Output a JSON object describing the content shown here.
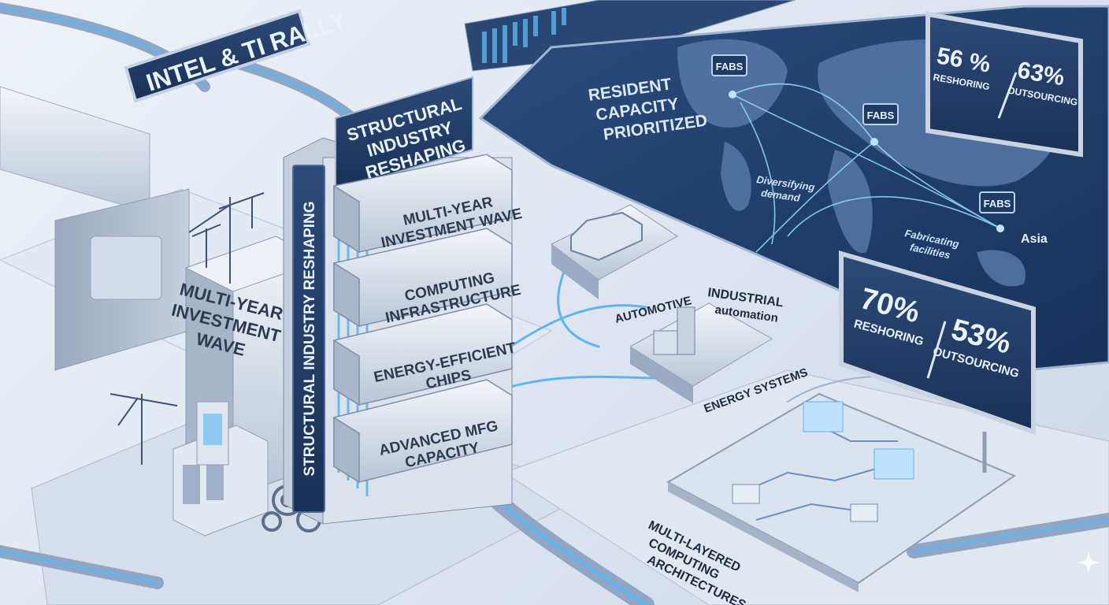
{
  "labels": {
    "rally": "INTEL & TI RALLY",
    "tower_title": [
      "STRUCTURAL",
      "INDUSTRY",
      "RESHAPING"
    ],
    "tower_vertical": "STRUCTURAL INDUSTRY RESHAPING",
    "block_left": [
      "MULTI-YEAR",
      "INVESTMENT",
      "WAVE"
    ],
    "map_heading": [
      "RESIDENT",
      "CAPACITY",
      "PRIORITIZED"
    ],
    "diversifying": [
      "Diversifying",
      "demand"
    ],
    "fabricating": [
      "Fabricating",
      "facilities"
    ],
    "asia": "Asia",
    "fabs": "FABS",
    "automotive": "AUTOMOTIVE",
    "industrial": [
      "INDUSTRIAL",
      "automation"
    ],
    "energy": "ENERGY SYSTEMS",
    "architectures": [
      "MULTI-LAYERED",
      "COMPUTING",
      "ARCHITECTURES"
    ]
  },
  "tower_layers": [
    [
      "MULTI-YEAR",
      "INVESTMENT WAVE"
    ],
    [
      "COMPUTING",
      "INFRASTRUCTURE"
    ],
    [
      "ENERGY-EFFICIENT",
      "CHIPS"
    ],
    [
      "ADVANCED MFG",
      "CAPACITY"
    ]
  ],
  "stats_top": {
    "left_value": "56 %",
    "left_label": "RESHORING",
    "right_value": "63%",
    "right_label": "OUTSOURCING"
  },
  "stats_bottom": {
    "left_value": "70%",
    "left_label": "RESHORING",
    "right_value": "53%",
    "right_label": "OUTSOURCING"
  },
  "colors": {
    "navy": "#1e3a66",
    "glow": "#5fb4f2",
    "steel": "#c9d3e2",
    "panel_text": "#dce8f7"
  }
}
